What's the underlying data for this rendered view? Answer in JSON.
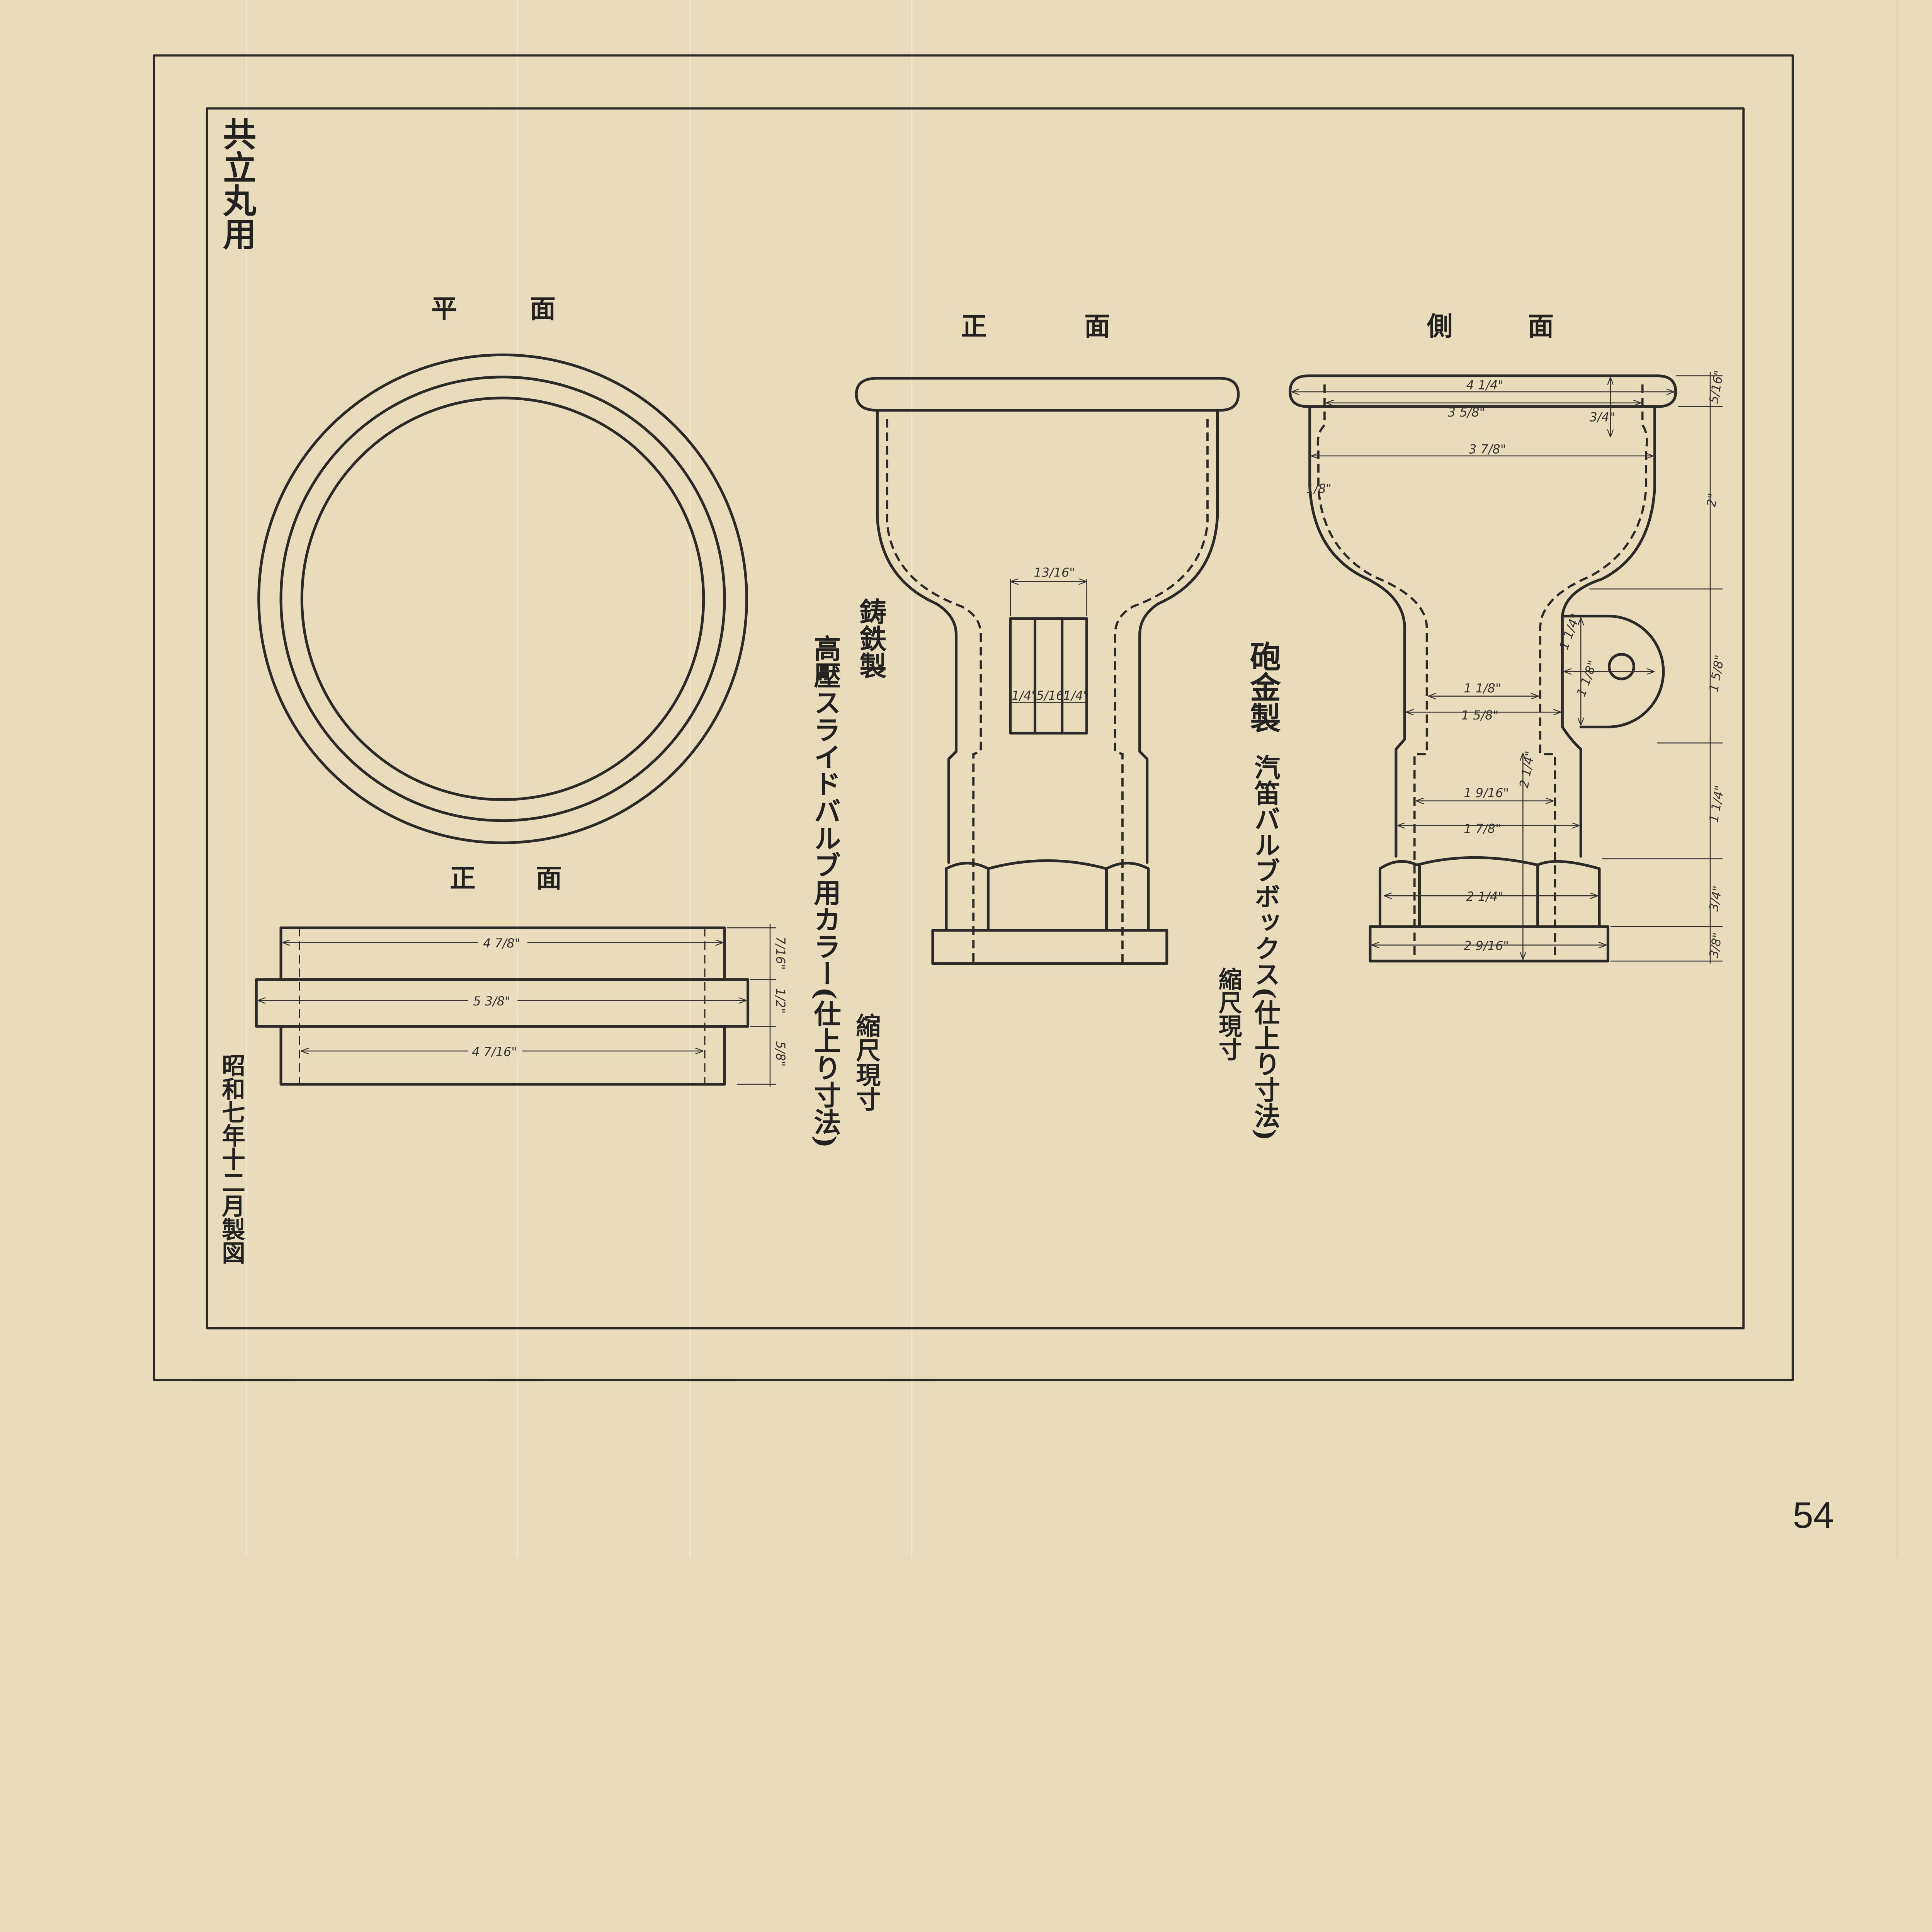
{
  "title": "共立丸用",
  "date": "昭和七年十二月製図",
  "page_number": "54",
  "views": {
    "plan": [
      "平",
      "面"
    ],
    "collar_front": [
      "正",
      "面"
    ],
    "front": [
      "正",
      "面"
    ],
    "side": [
      "側",
      "面"
    ]
  },
  "collar": {
    "material": "鋳鉄製",
    "name": "高壓スライドバルブ用カラー(仕上り寸法)",
    "scale": "縮尺現寸",
    "dims": {
      "top_width": "4 7/8\"",
      "flange_width": "5 3/8\"",
      "bottom_width": "4 7/16\"",
      "h_top": "7/16\"",
      "h_mid": "1/2\"",
      "h_bottom": "5/8\""
    }
  },
  "valve_box": {
    "material": "砲金製",
    "name": "汽笛バルブボックス(仕上り寸法)",
    "scale": "縮尺現寸",
    "front_dims": {
      "section_width": "13/16\"",
      "wall_left": "1/4\"",
      "bore": "5/16\"",
      "wall_right": "1/4\""
    },
    "side_dims": {
      "lip_outer": "4 1/4\"",
      "lip_inner": "3 5/8\"",
      "lip_depth": "3/4\"",
      "bowl": "3 7/8\"",
      "wall": "1/8\"",
      "lug_height": "1 1/4\"",
      "lug_width": "1 1/8\"",
      "neck_inner": "1 1/8\"",
      "neck_outer": "1 5/8\"",
      "bore_lower": "1 9/16\"",
      "body_lower": "1 7/8\"",
      "nut_width": "2 1/4\"",
      "base_width": "2 9/16\"",
      "bore_depth": "2 1/4\"",
      "v_lip": "5/16\"",
      "v_bowl": "2\"",
      "v_lug": "1 5/8\"",
      "v_body": "1 1/4\"",
      "v_nut": "3/4\"",
      "v_base": "3/8\""
    }
  }
}
